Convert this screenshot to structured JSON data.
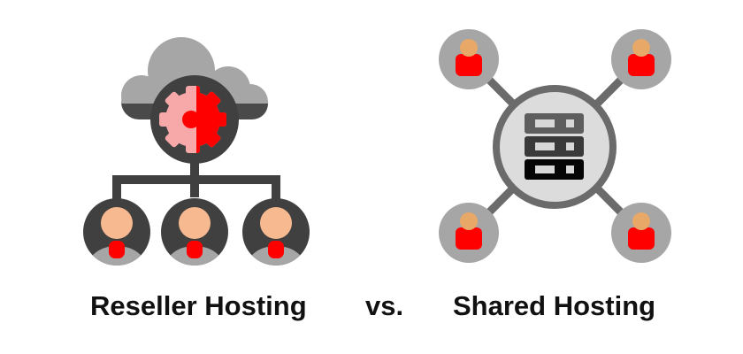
{
  "labels": {
    "left": "Reseller Hosting",
    "vs": "vs.",
    "right": "Shared Hosting"
  },
  "icons": {
    "left": "reseller-cloud-gear-hierarchy-icon",
    "right": "shared-server-network-icon"
  },
  "colors": {
    "dark": "#404040",
    "light_gray": "#a6a6a6",
    "pink": "#f7a8a8",
    "red": "#ff0000",
    "peach": "#f7b98f",
    "ring": "#6b6b6b",
    "server_bg": "#dcdcdc"
  }
}
